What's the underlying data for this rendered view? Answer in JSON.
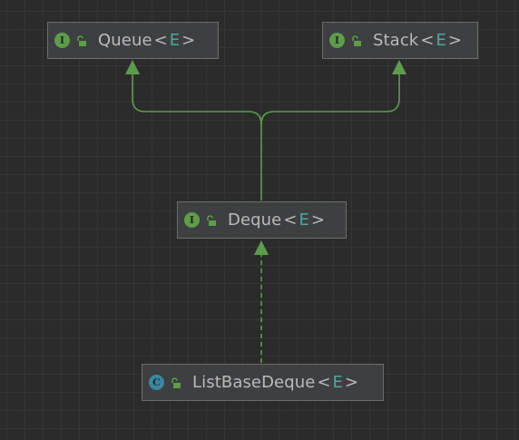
{
  "diagram": {
    "nodes": [
      {
        "id": "queue",
        "kind": "I",
        "kind_type": "interface",
        "name": "Queue",
        "type_param": "E"
      },
      {
        "id": "stack",
        "kind": "I",
        "kind_type": "interface",
        "name": "Stack",
        "type_param": "E"
      },
      {
        "id": "deque",
        "kind": "I",
        "kind_type": "interface",
        "name": "Deque",
        "type_param": "E"
      },
      {
        "id": "listbasedeque",
        "kind": "C",
        "kind_type": "class",
        "name": "ListBaseDeque",
        "type_param": "E"
      }
    ],
    "edges": [
      {
        "from": "deque",
        "to": "queue",
        "relation": "extends",
        "style": "solid"
      },
      {
        "from": "deque",
        "to": "stack",
        "relation": "extends",
        "style": "solid"
      },
      {
        "from": "listbasedeque",
        "to": "deque",
        "relation": "implements",
        "style": "dashed"
      }
    ],
    "colors": {
      "background": "#2b2b2b",
      "edge": "#5c9c4e",
      "interface_badge": "#5e9c4a",
      "class_badge": "#3e86a0",
      "type_param": "#4ca8a0"
    },
    "brackets": {
      "open": "<",
      "close": ">"
    }
  }
}
